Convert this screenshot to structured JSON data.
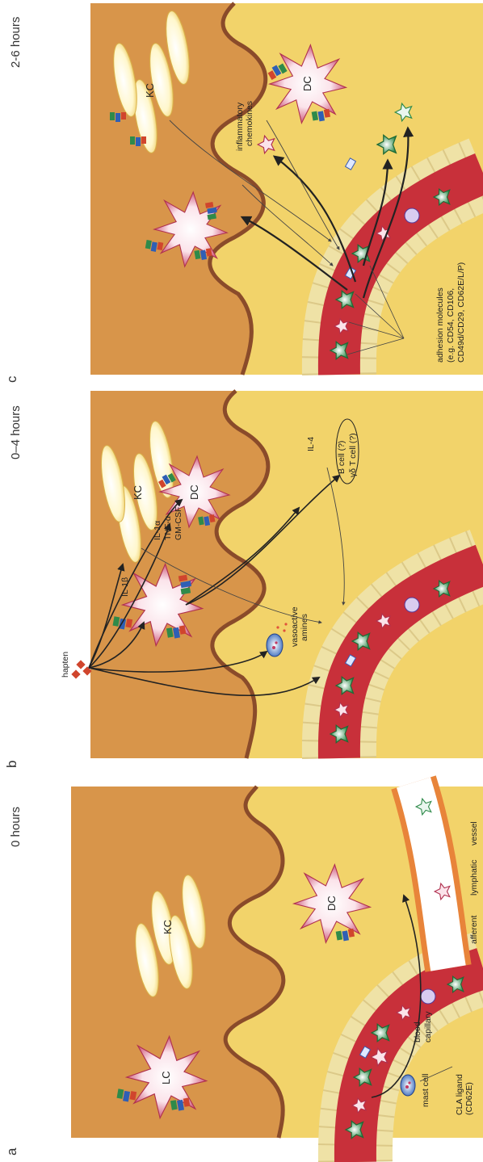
{
  "panels": [
    {
      "letter": "a",
      "time": "0 hours",
      "labels": {
        "lc": "LC",
        "kc": "KC",
        "dc": "DC",
        "mast_cell": "mast cell",
        "blood_capillary": [
          "blood",
          "capillary"
        ],
        "afferent_lymphatic": [
          "afferent",
          "lymphatic",
          "vessel"
        ],
        "cla_ligand": [
          "CLA ligand",
          "(CD62E)"
        ]
      }
    },
    {
      "letter": "b",
      "time": "0–4 hours",
      "labels": {
        "hapten": "hapten",
        "kc": "KC",
        "il1b": "IL-1β",
        "cytokines": [
          "IL-1α",
          "TNF-α",
          "GM-CSF"
        ],
        "dc": "DC",
        "vasoactive": [
          "vasoactive",
          "amines"
        ],
        "b_cell": "B cell (?)",
        "gd_t_cell": "γδ T cell (?)",
        "il4": "IL-4"
      }
    },
    {
      "letter": "c",
      "time": "2-6 hours",
      "labels": {
        "kc": "KC",
        "dc": "DC",
        "chemokines": [
          "inflammatory",
          "chemokines"
        ],
        "adhesion": [
          "adhesion molecules",
          "(e.g. CD54, CD106,",
          "CD49d/CD29, CD62E/L/P)"
        ]
      }
    }
  ],
  "colors": {
    "epidermis": "#d8954a",
    "dermis": "#f2d36a",
    "basement": "#8a4b2a",
    "vessel": "#c8303a",
    "vessel_wall": "#efe2a6",
    "lymph_wall": "#e8843a",
    "cell_pink": "#c33a63",
    "kc_fill": "#fff3b8"
  }
}
